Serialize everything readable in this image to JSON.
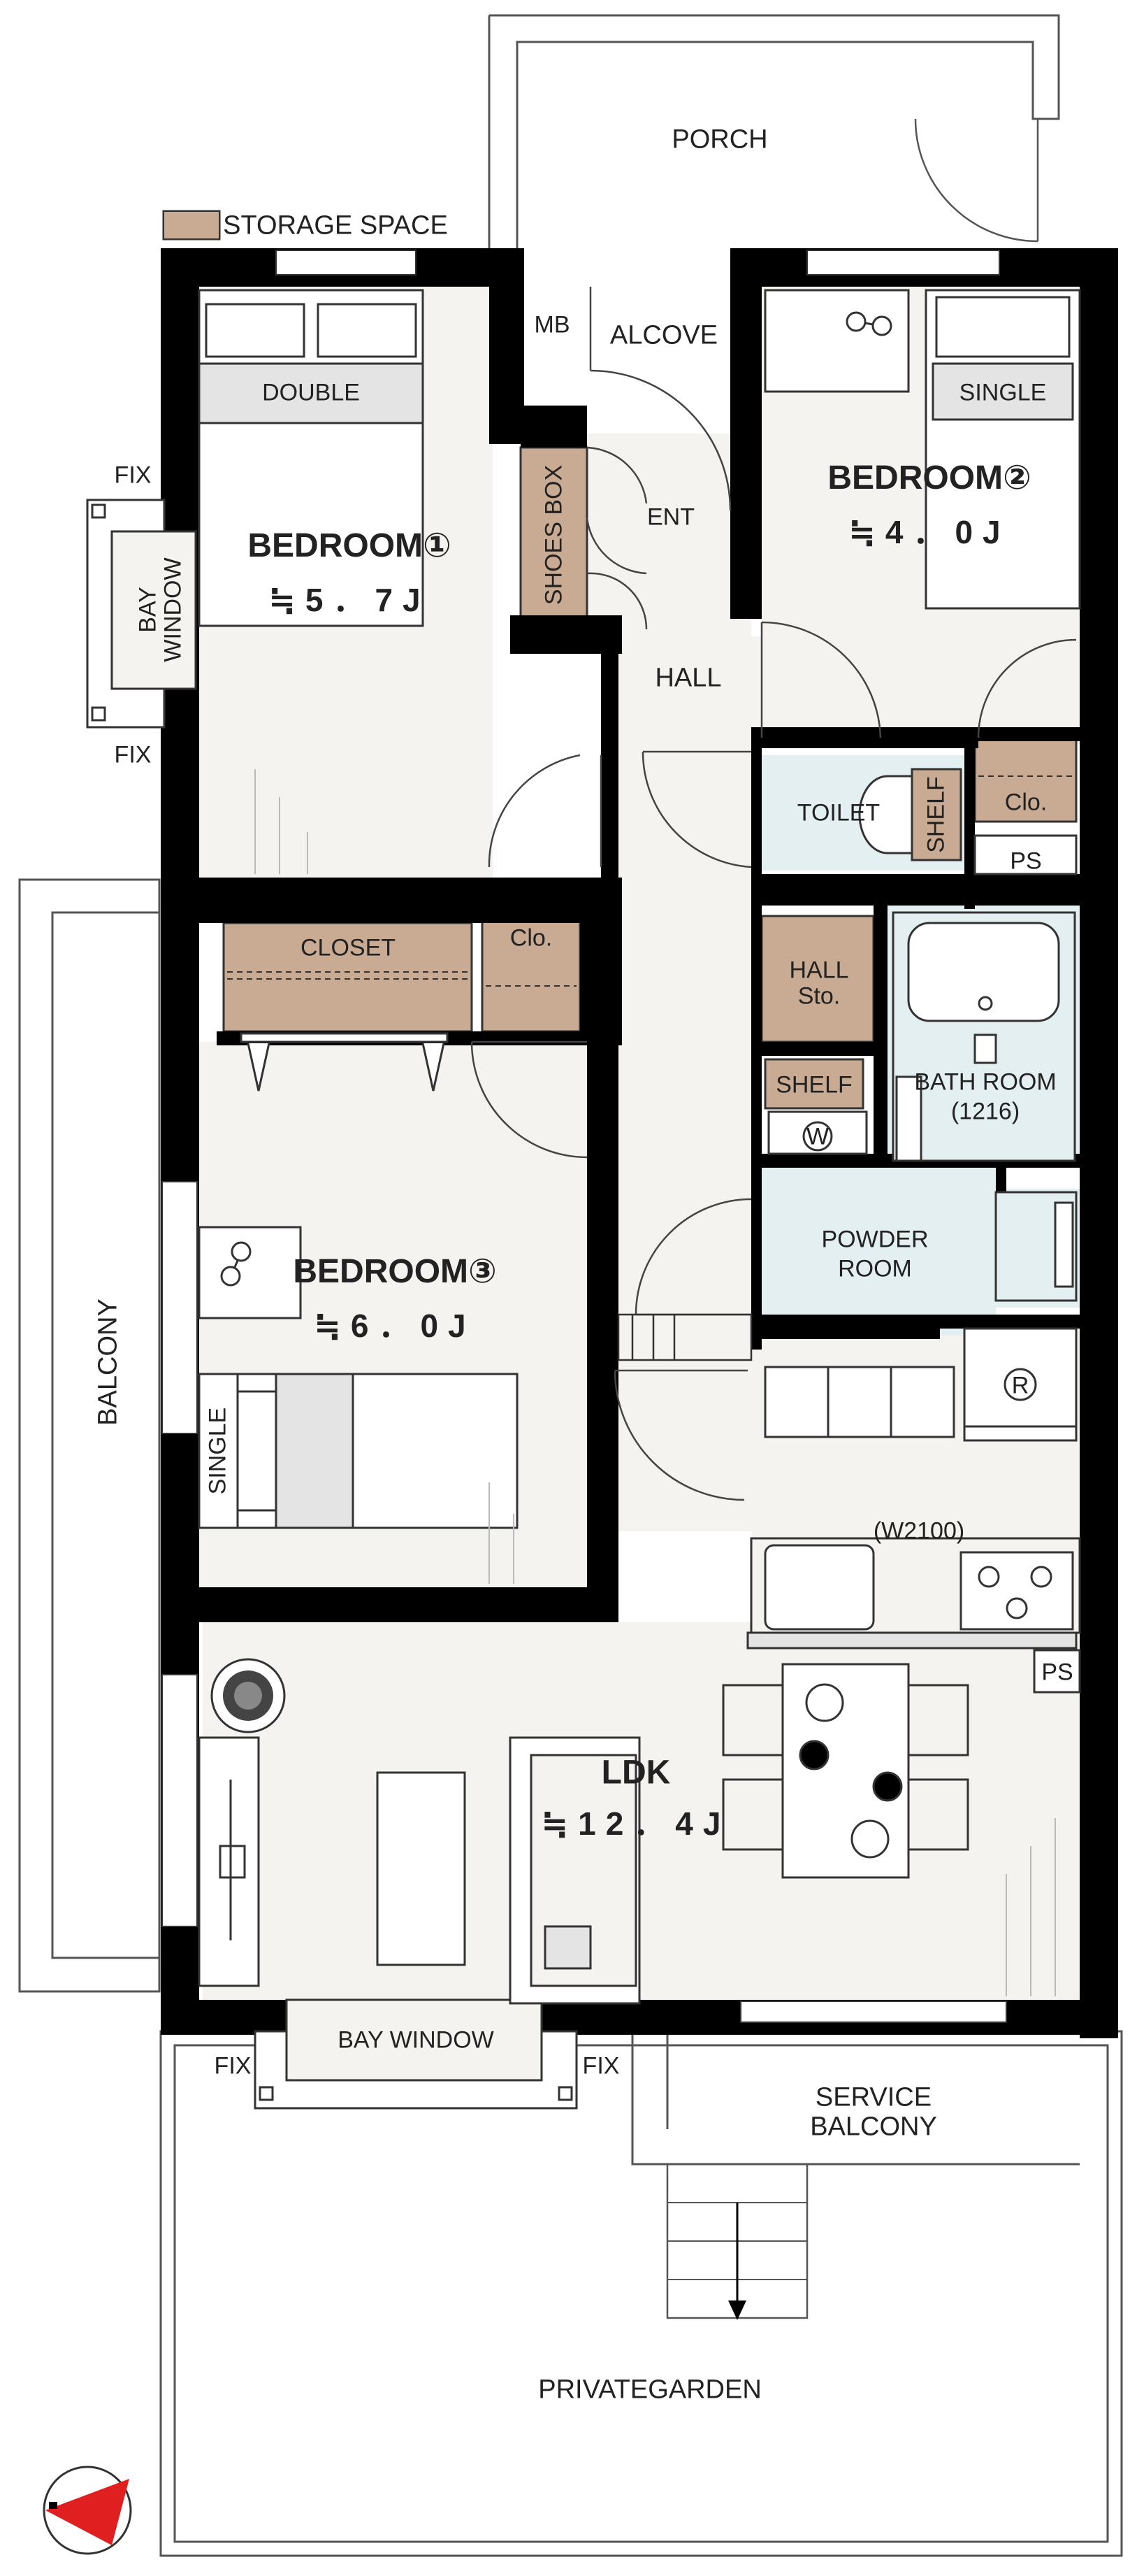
{
  "rooms": {
    "porch": "PORCH",
    "alcove": "ALCOVE",
    "mb": "MB",
    "ent": "ENT",
    "hall": "HALL",
    "shoes_box": "SHOES BOX",
    "bedroom1": {
      "name": "BEDROOM①",
      "area": "≒5．7J",
      "bed": "DOUBLE"
    },
    "bedroom2": {
      "name": "BEDROOM②",
      "area": "≒4．0J",
      "bed": "SINGLE"
    },
    "bedroom3": {
      "name": "BEDROOM③",
      "area": "≒6．0J",
      "bed": "SINGLE"
    },
    "ldk": {
      "name": "LDK",
      "area": "≒12．4J"
    },
    "toilet": "TOILET",
    "shelf_toilet": "SHELF",
    "clo_bed2": "Clo.",
    "ps_top": "PS",
    "closet": "CLOSET",
    "clo_bed1": "Clo.",
    "hall_storage_line1": "HALL",
    "hall_storage_line2": "Sto.",
    "shelf_washer": "SHELF",
    "washer": "W",
    "bath_line1": "BATH ROOM",
    "bath_line2": "(1216)",
    "powder_line1": "POWDER",
    "powder_line2": "ROOM",
    "fridge": "R",
    "kitchen_width": "(W2100)",
    "ps_kitchen": "PS",
    "balcony": "BALCONY",
    "bay_window_left_line1": "BAY",
    "bay_window_left_line2": "WINDOW",
    "bay_window_bottom": "BAY WINDOW",
    "service_balcony_line1": "SERVICE",
    "service_balcony_line2": "BALCONY",
    "private_garden": "PRIVATEGARDEN"
  },
  "annotations": {
    "fix_top_left": "FIX",
    "fix_bottom_left": "FIX",
    "fix_bay_left": "FIX",
    "fix_bay_right": "FIX"
  },
  "legend": {
    "storage_label": "STORAGE SPACE",
    "storage_color": "#c9ab94"
  },
  "colors": {
    "wall": "#000000",
    "floor_bedroom": "#f4f3ef",
    "floor_wet": "#e4eff2",
    "storage": "#c9ab94",
    "compass": "#e02020"
  },
  "icons": {
    "compass": "north-arrow-icon",
    "plant": "plant-icon"
  }
}
